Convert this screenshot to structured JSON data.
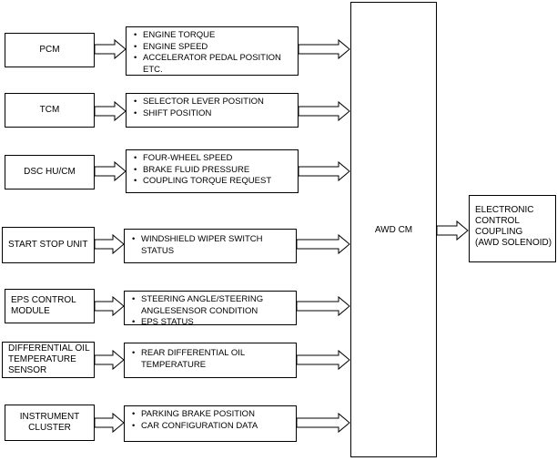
{
  "sources": [
    {
      "id": "pcm",
      "lines": [
        "PCM"
      ]
    },
    {
      "id": "tcm",
      "lines": [
        "TCM"
      ]
    },
    {
      "id": "dsc",
      "lines": [
        "DSC HU/CM"
      ]
    },
    {
      "id": "start-stop",
      "lines": [
        "START STOP UNIT"
      ]
    },
    {
      "id": "eps",
      "lines": [
        "EPS CONTROL",
        "MODULE"
      ]
    },
    {
      "id": "diff-oil",
      "lines": [
        "DIFFERENTIAL OIL",
        "TEMPERATURE",
        "SENSOR"
      ]
    },
    {
      "id": "instrument",
      "lines": [
        "INSTRUMENT",
        "CLUSTER"
      ]
    }
  ],
  "signals": [
    {
      "items": [
        [
          "ENGINE TORQUE"
        ],
        [
          "ENGINE SPEED"
        ],
        [
          "ACCELERATOR PEDAL POSITION",
          "ETC."
        ]
      ]
    },
    {
      "items": [
        [
          "SELECTOR LEVER POSITION"
        ],
        [
          "SHIFT POSITION"
        ]
      ]
    },
    {
      "items": [
        [
          "FOUR-WHEEL SPEED"
        ],
        [
          "BRAKE FLUID PRESSURE"
        ],
        [
          "COUPLING TORQUE REQUEST"
        ]
      ]
    },
    {
      "items": [
        [
          "WINDSHIELD WIPER SWITCH",
          "STATUS"
        ]
      ]
    },
    {
      "items": [
        [
          "STEERING ANGLE/STEERING",
          "ANGLESENSOR CONDITION"
        ],
        [
          "EPS STATUS"
        ]
      ]
    },
    {
      "items": [
        [
          "REAR DIFFERENTIAL OIL",
          "TEMPERATURE"
        ]
      ]
    },
    {
      "items": [
        [
          "PARKING BRAKE POSITION"
        ],
        [
          "CAR CONFIGURATION DATA"
        ]
      ]
    }
  ],
  "awd_cm": {
    "label": "AWD CM"
  },
  "output": {
    "lines": [
      "ELECTRONIC",
      "CONTROL",
      "COUPLING",
      "(AWD SOLENOID)"
    ]
  },
  "bullet": "•"
}
